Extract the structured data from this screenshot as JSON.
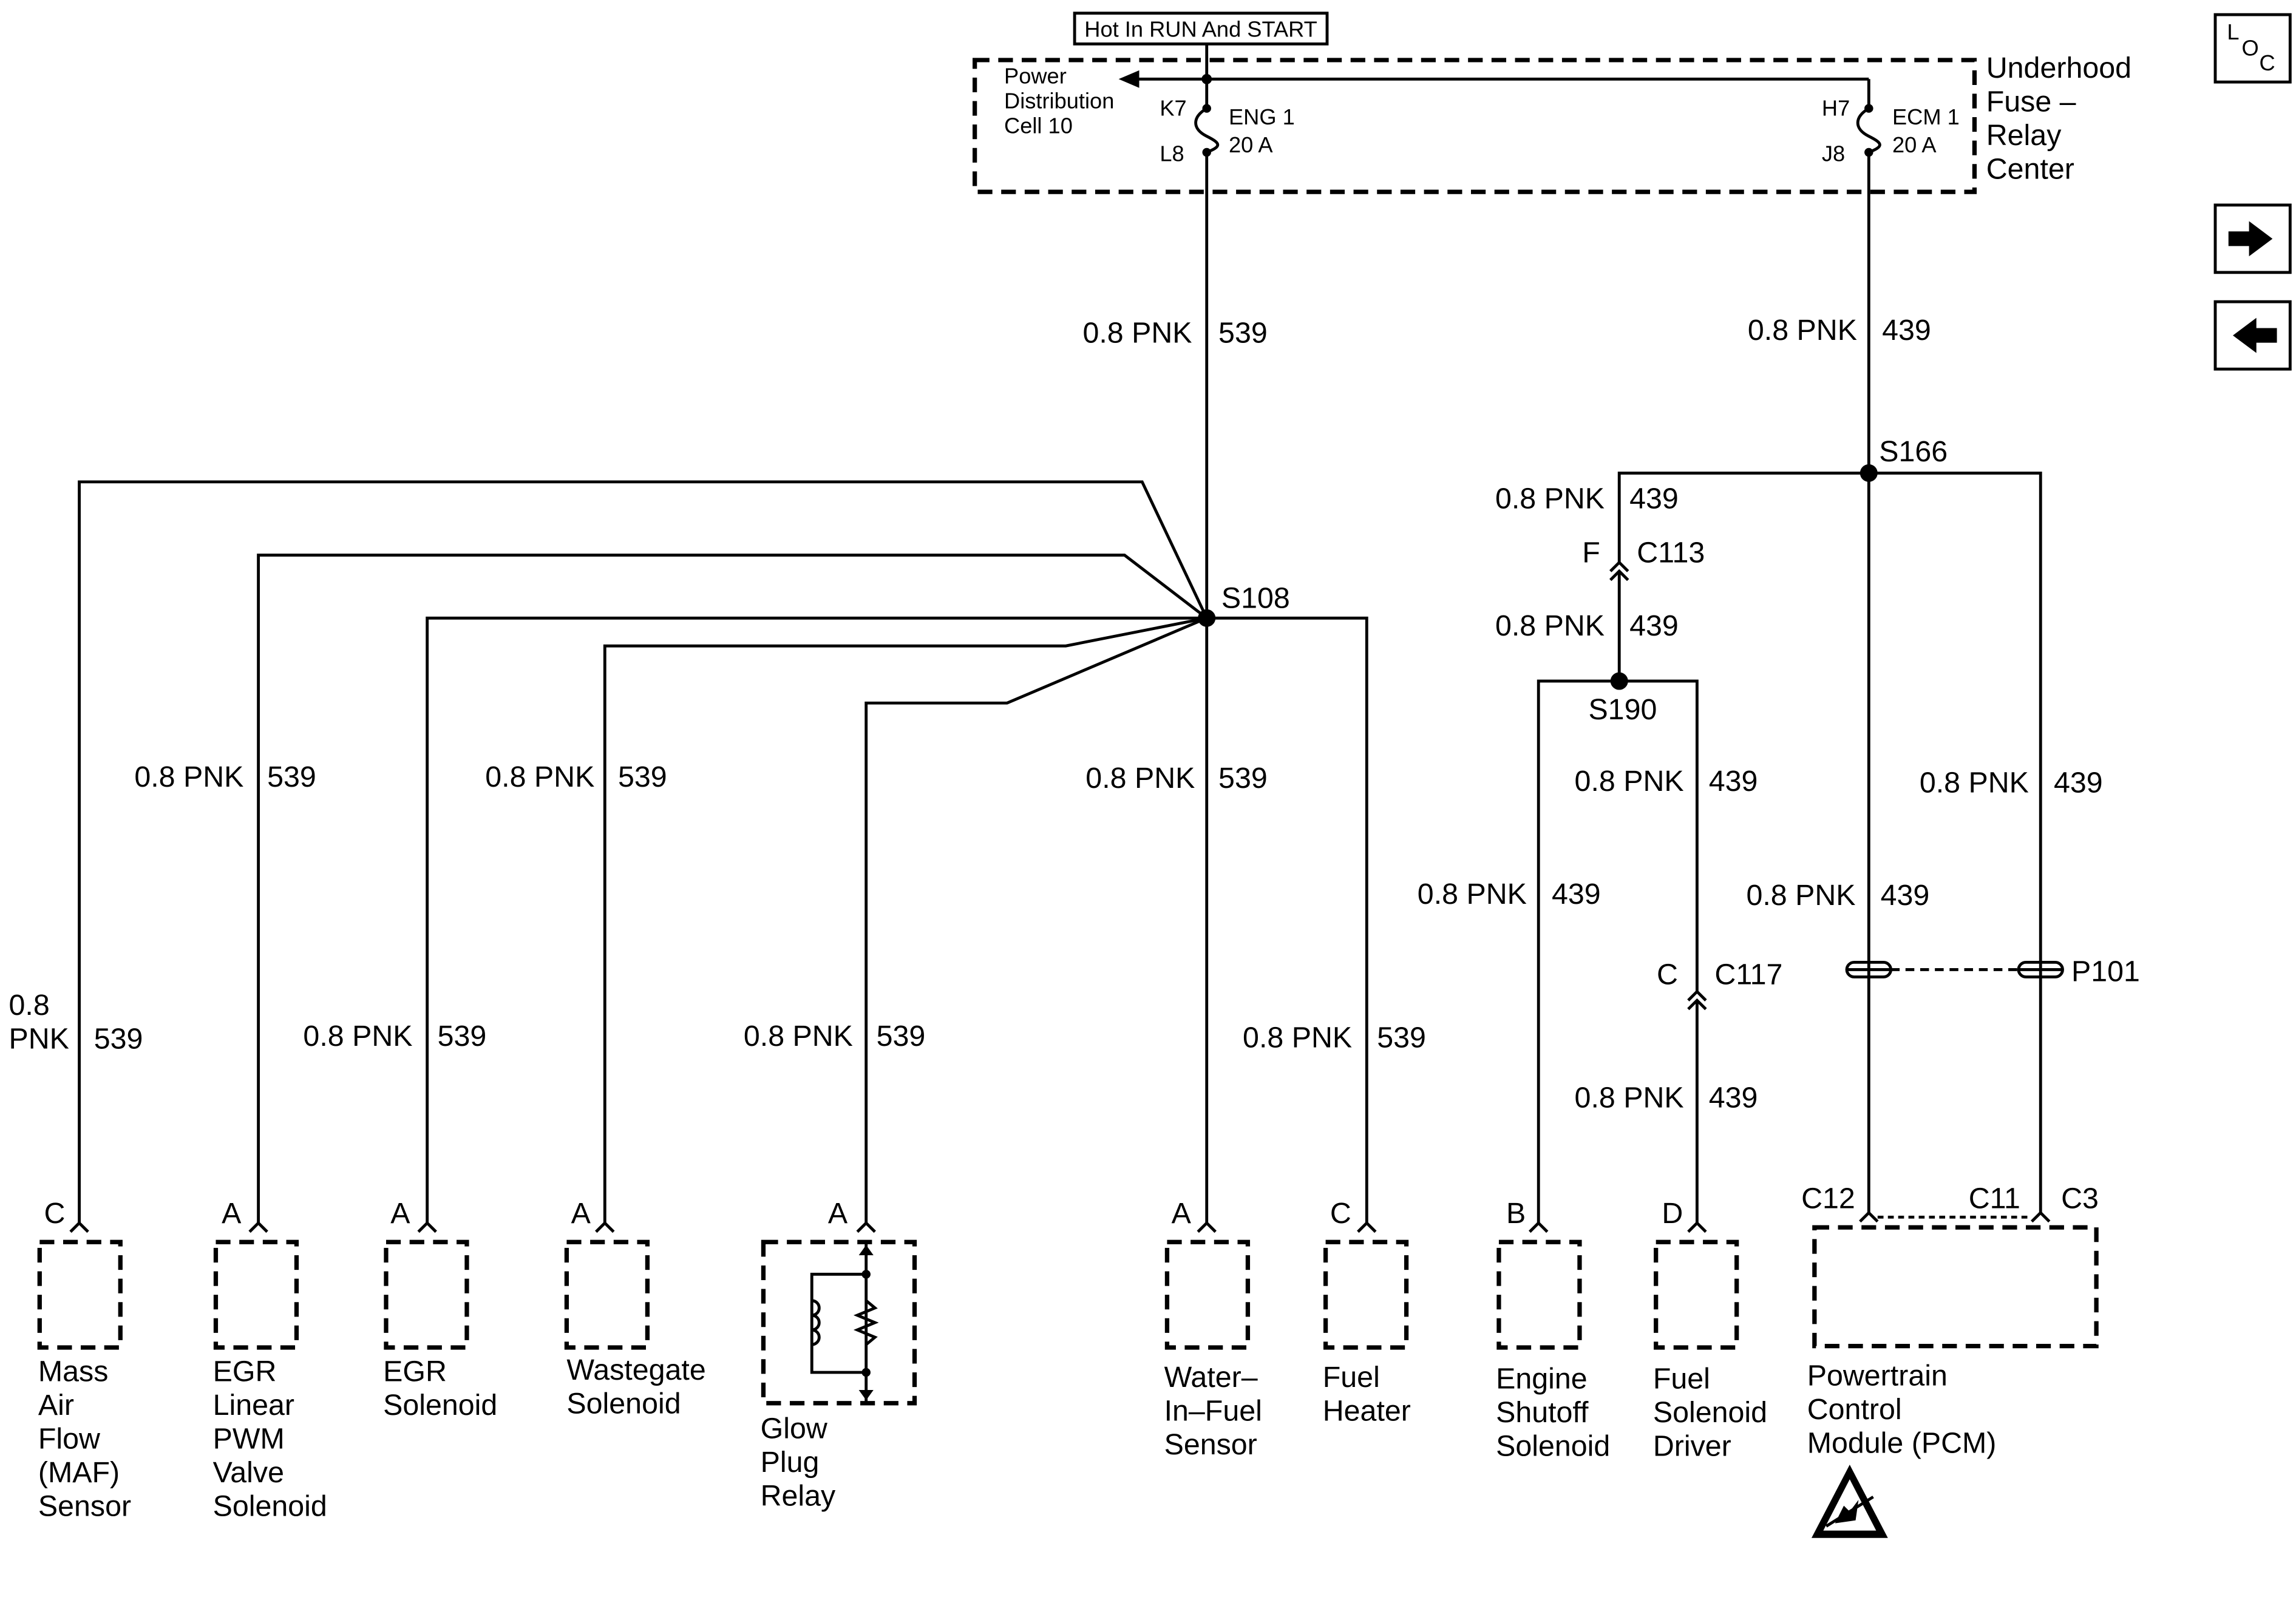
{
  "header": {
    "hot_label": "Hot In RUN And START"
  },
  "fuse_center": {
    "title_lines": [
      "Underhood",
      "Fuse –",
      "Relay",
      "Center"
    ],
    "pdc_lines": [
      "Power",
      "Distribution",
      "Cell 10"
    ],
    "fuse1": {
      "top_pin": "K7",
      "bottom_pin": "L8",
      "name": "ENG 1",
      "rating": "20 A"
    },
    "fuse2": {
      "top_pin": "H7",
      "bottom_pin": "J8",
      "name": "ECM 1",
      "rating": "20 A"
    }
  },
  "nav": {
    "loc_label": "LOC",
    "next_icon": "arrow-right-icon",
    "prev_icon": "arrow-left-icon"
  },
  "wire": {
    "pnk": "0.8 PNK",
    "pnk_0_8": "0.8",
    "pnk_word": "PNK",
    "c539": "539",
    "c439": "439"
  },
  "splices": {
    "s108": "S108",
    "s166": "S166",
    "s190": "S190"
  },
  "connectors": {
    "c113": "C113",
    "c113_pin": "F",
    "c117": "C117",
    "c117_pin": "C",
    "p101": "P101",
    "pcm_c12": "C12",
    "pcm_c11": "C11",
    "pcm_c3": "C3"
  },
  "components": {
    "maf": {
      "pin": "C",
      "lines": [
        "Mass",
        "Air",
        "Flow",
        "(MAF)",
        "Sensor"
      ]
    },
    "egr_pwm": {
      "pin": "A",
      "lines": [
        "EGR",
        "Linear",
        "PWM",
        "Valve",
        "Solenoid"
      ]
    },
    "egr_sol": {
      "pin": "A",
      "lines": [
        "EGR",
        "Solenoid"
      ]
    },
    "wastegate": {
      "pin": "A",
      "lines": [
        "Wastegate",
        "Solenoid"
      ]
    },
    "glow": {
      "pin": "A",
      "lines": [
        "Glow",
        "Plug",
        "Relay"
      ]
    },
    "wif": {
      "pin": "A",
      "lines": [
        "Water–",
        "In–Fuel",
        "Sensor"
      ]
    },
    "heater": {
      "pin": "C",
      "lines": [
        "Fuel",
        "Heater"
      ]
    },
    "shutoff": {
      "pin": "B",
      "lines": [
        "Engine",
        "Shutoff",
        "Solenoid"
      ]
    },
    "fsd": {
      "pin": "D",
      "lines": [
        "Fuel",
        "Solenoid",
        "Driver"
      ]
    },
    "pcm": {
      "lines": [
        "Powertrain",
        "Control",
        "Module (PCM)"
      ],
      "esd_icon": "esd-warning-icon"
    }
  }
}
